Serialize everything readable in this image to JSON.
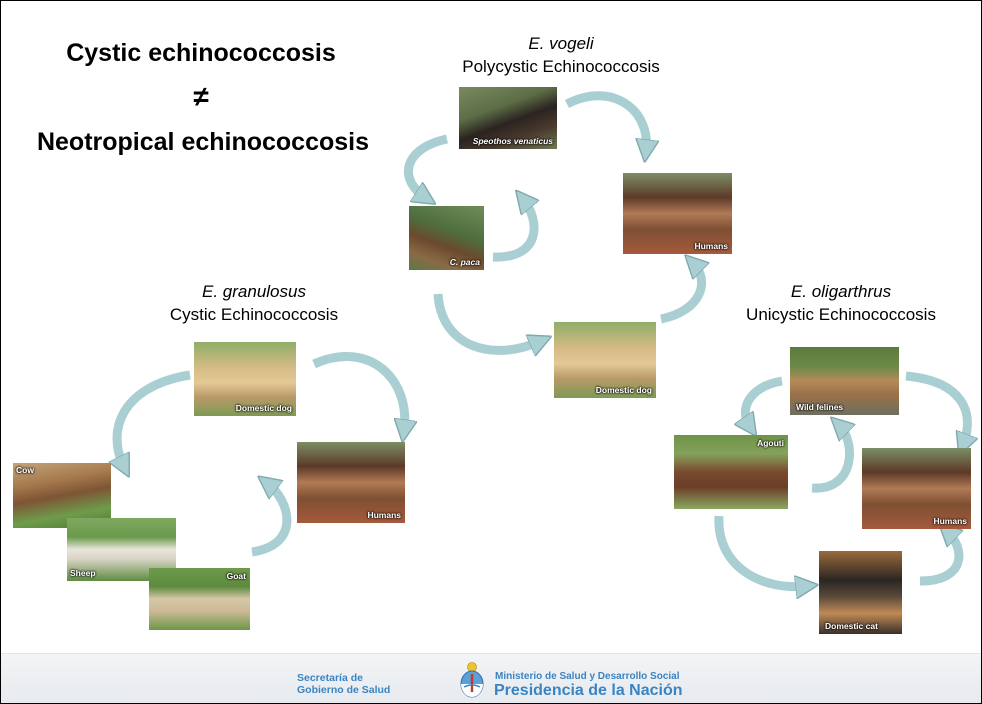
{
  "title": {
    "line1": "Cystic echinococcosis",
    "line2": "≠",
    "line3": "Neotropical echinococcosis"
  },
  "species": {
    "vogeli": {
      "name": "E. vogeli",
      "disease": "Polycystic Echinococcosis"
    },
    "granulosus": {
      "name": "E. granulosus",
      "disease": "Cystic  Echinococcosis"
    },
    "oligarthrus": {
      "name": "E. oligarthrus",
      "disease": "Unicystic Echinococcosis"
    }
  },
  "photos": {
    "speothos": "Speothos venaticus",
    "paca": "C. paca",
    "humans_vogeli": "Humans",
    "dog_vogeli": "Domestic dog",
    "dog_granulosus": "Domestic dog",
    "humans_granulosus": "Humans",
    "cow": "Cow",
    "sheep": "Sheep",
    "goat": "Goat",
    "wild_felines": "Wild felines",
    "agouti": "Agouti",
    "humans_oligarthrus": "Humans",
    "domestic_cat": "Domestic cat"
  },
  "footer": {
    "secretaria_line1": "Secretaría de",
    "secretaria_line2": "Gobierno de Salud",
    "ministerio": "Ministerio de Salud y Desarrollo Social",
    "presidencia": "Presidencia de la Nación"
  },
  "colors": {
    "arrow_fill": "#a9cfd2",
    "arrow_stroke": "#7fa9ae",
    "footer_text": "#3a84c3"
  }
}
